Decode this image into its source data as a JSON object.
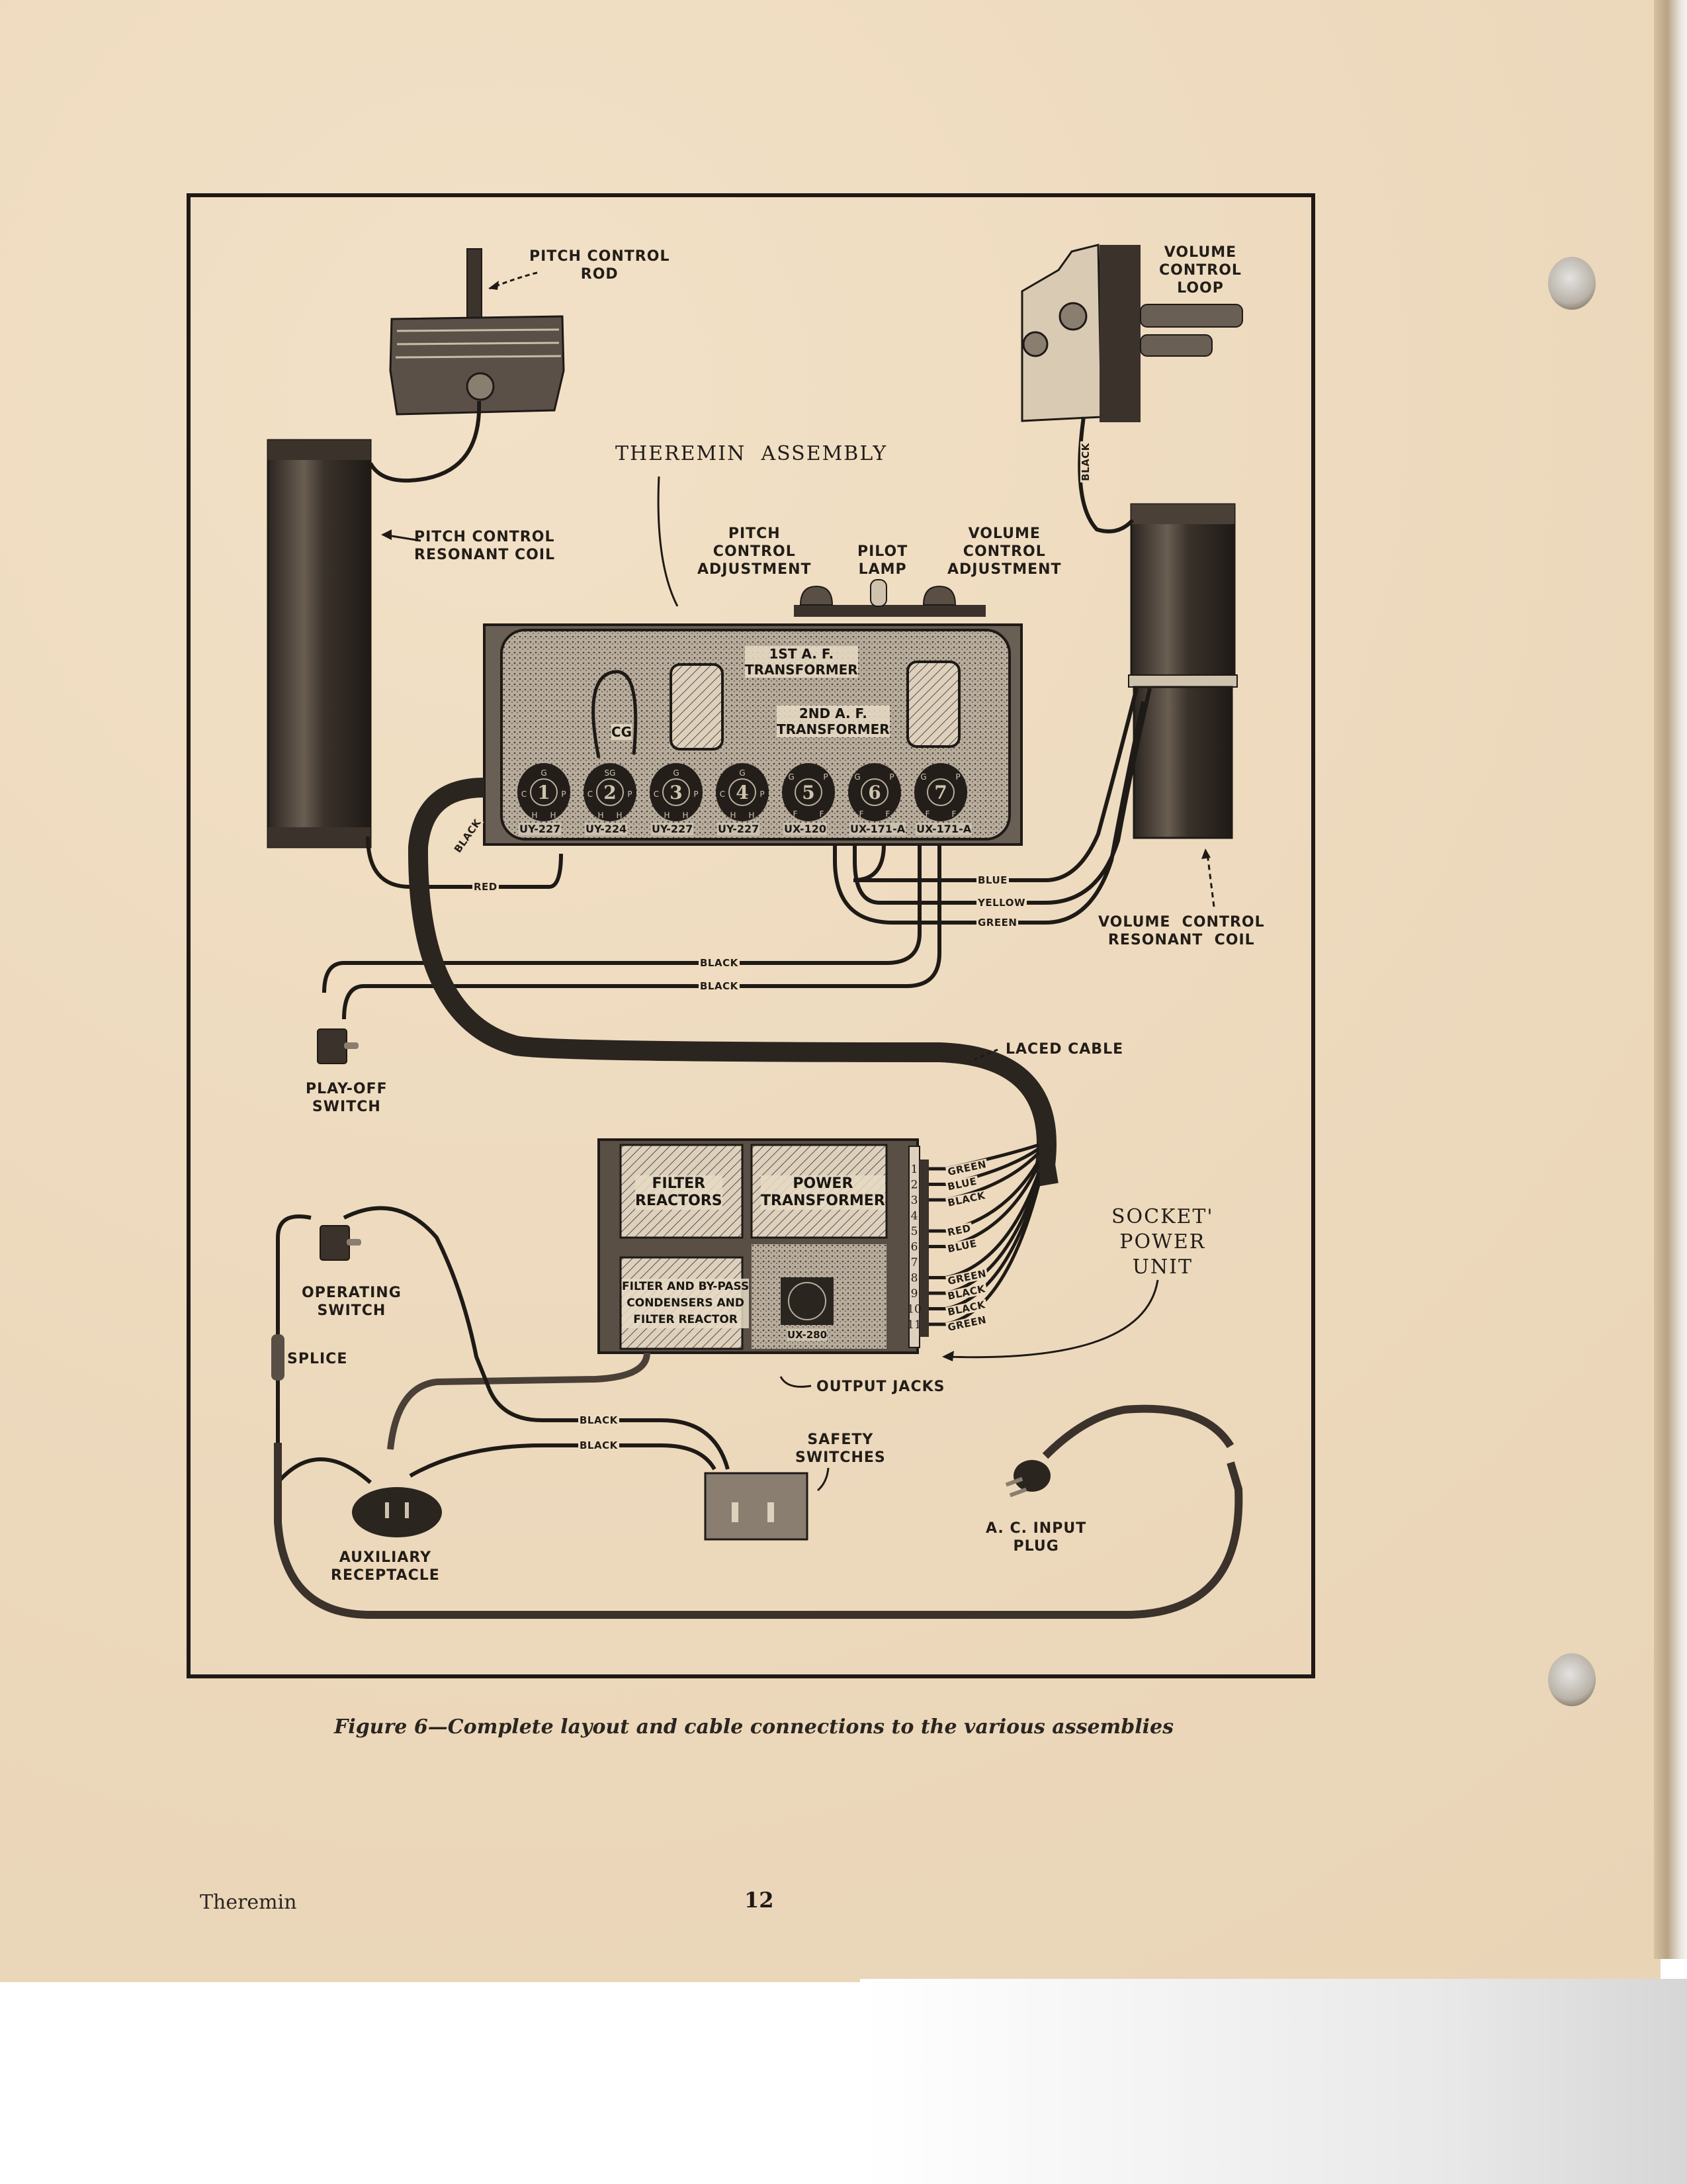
{
  "figure": {
    "caption": "Figure 6—Complete layout and cable connections to the various assemblies",
    "assemblies": {
      "theremin_assembly": "THEREMIN  ASSEMBLY",
      "socket_power_unit": "SOCKET'\nPOWER\nUNIT"
    },
    "labels": {
      "pitch_control_rod": "PITCH CONTROL\nROD",
      "volume_control_loop": "VOLUME\nCONTROL\nLOOP",
      "pitch_control_resonant_coil": "PITCH CONTROL\nRESONANT COIL",
      "pitch_control_adjustment": "PITCH\nCONTROL\nADJUSTMENT",
      "pilot_lamp": "PILOT\nLAMP",
      "volume_control_adjustment": "VOLUME\nCONTROL\nADJUSTMENT",
      "volume_control_resonant_coil": "VOLUME  CONTROL\nRESONANT  COIL",
      "first_af_transformer": "1ST A. F.\nTRANSFORMER",
      "second_af_transformer": "2ND A. F.\nTRANSFORMER",
      "cg": "CG",
      "laced_cable": "LACED CABLE",
      "play_off_switch": "PLAY-OFF\nSWITCH",
      "operating_switch": "OPERATING\nSWITCH",
      "splice": "SPLICE",
      "auxiliary_receptacle": "AUXILIARY\nRECEPTACLE",
      "safety_switches": "SAFETY\nSWITCHES",
      "output_jacks": "OUTPUT JACKS",
      "ac_input_plug": "A. C. INPUT\nPLUG",
      "filter_reactors": "FILTER\nREACTORS",
      "power_transformer": "POWER\nTRANSFORMER",
      "filter_condensers": "FILTER AND BY-PASS\nCONDENSERS AND\nFILTER REACTOR",
      "ux280": "UX-280"
    },
    "tube_sockets": [
      {
        "number": "1",
        "type": "UY-227",
        "pins": [
          "G",
          "C",
          "P",
          "H",
          "H"
        ]
      },
      {
        "number": "2",
        "type": "UY-224",
        "pins": [
          "SG",
          "C",
          "P",
          "H",
          "H"
        ]
      },
      {
        "number": "3",
        "type": "UY-227",
        "pins": [
          "G",
          "C",
          "P",
          "H",
          "H"
        ]
      },
      {
        "number": "4",
        "type": "UY-227",
        "pins": [
          "G",
          "C",
          "P",
          "H",
          "H"
        ]
      },
      {
        "number": "5",
        "type": "UX-120",
        "pins": [
          "G",
          "P",
          "F",
          "F"
        ]
      },
      {
        "number": "6",
        "type": "UX-171-A",
        "pins": [
          "G",
          "P",
          "F",
          "F"
        ]
      },
      {
        "number": "7",
        "type": "UX-171-A",
        "pins": [
          "G",
          "P",
          "F",
          "F"
        ]
      }
    ],
    "wires": {
      "pitch_rod_lead": "BLACK",
      "volume_loop_lead": "BLACK",
      "pitch_coil_lead": "RED",
      "volume_coil_leads": [
        "BLUE",
        "YELLOW",
        "GREEN"
      ],
      "play_off_leads": [
        "BLACK",
        "BLACK"
      ],
      "safety_leads": [
        "BLACK",
        "BLACK"
      ]
    },
    "terminal_strip": [
      {
        "terminal": "1",
        "wire": "GREEN"
      },
      {
        "terminal": "2",
        "wire": "BLUE"
      },
      {
        "terminal": "3",
        "wire": "BLACK"
      },
      {
        "terminal": "4",
        "wire": ""
      },
      {
        "terminal": "5",
        "wire": "RED"
      },
      {
        "terminal": "6",
        "wire": "BLUE"
      },
      {
        "terminal": "7",
        "wire": ""
      },
      {
        "terminal": "8",
        "wire": "GREEN"
      },
      {
        "terminal": "9",
        "wire": "BLACK"
      },
      {
        "terminal": "10",
        "wire": "BLACK"
      },
      {
        "terminal": "11",
        "wire": "GREEN"
      }
    ]
  },
  "footer": {
    "title": "Theremin",
    "page_number": "12"
  },
  "colors": {
    "paper": "#efdcc0",
    "ink": "#221d18"
  }
}
